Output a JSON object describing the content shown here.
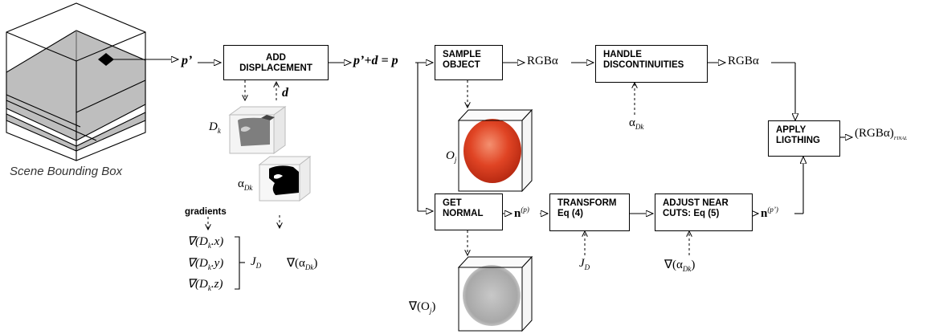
{
  "scene_caption": "Scene Bounding Box",
  "boxes": {
    "add_displacement": "ADD\nDISPLACEMENT",
    "sample_object": "SAMPLE\nOBJECT",
    "handle_discontinuities": "HANDLE\nDISCONTINUITIES",
    "apply_lighting": "APPLY\nLIGTHING",
    "get_normal": "GET\nNORMAL",
    "transform": "TRANSFORM\nEq (4)",
    "adjust_near_cuts": "ADJUST  NEAR\nCUTS: Eq (5)"
  },
  "labels": {
    "p_prime": "p’",
    "d": "d",
    "p_prime_plus_d": "p’+d = p",
    "rgba1": "RGBα",
    "rgba2": "RGBα",
    "rgba_final": "(RGBα)",
    "rgba_final_sub": "FINAL",
    "D": "D",
    "D_sub": "k",
    "alpha": "α",
    "alpha_sub": "Dk",
    "O": "O",
    "O_sub": "j",
    "alpha_disc": "α",
    "alpha_disc_sub": "Dk",
    "n": "n",
    "n_p_sup": "(p)",
    "n_pp_sup": "(p’)",
    "gradients": "gradients",
    "grad_x": "∇(D",
    "grad_x_tail": ".x)",
    "grad_y_tail": ".y)",
    "grad_z_tail": ".z)",
    "JD": "J",
    "JD_sub": "D",
    "JD2": "J",
    "JD2_sub": "D",
    "grad_alpha": "∇(α",
    "grad_alpha_sub": "Dk",
    "grad_alpha_close": ")",
    "grad_alpha2": "∇(α",
    "grad_alpha2_sub": "Dk",
    "grad_alpha2_close": ")",
    "grad_O": "∇(O",
    "grad_O_sub": "j",
    "grad_O_close": ")"
  }
}
